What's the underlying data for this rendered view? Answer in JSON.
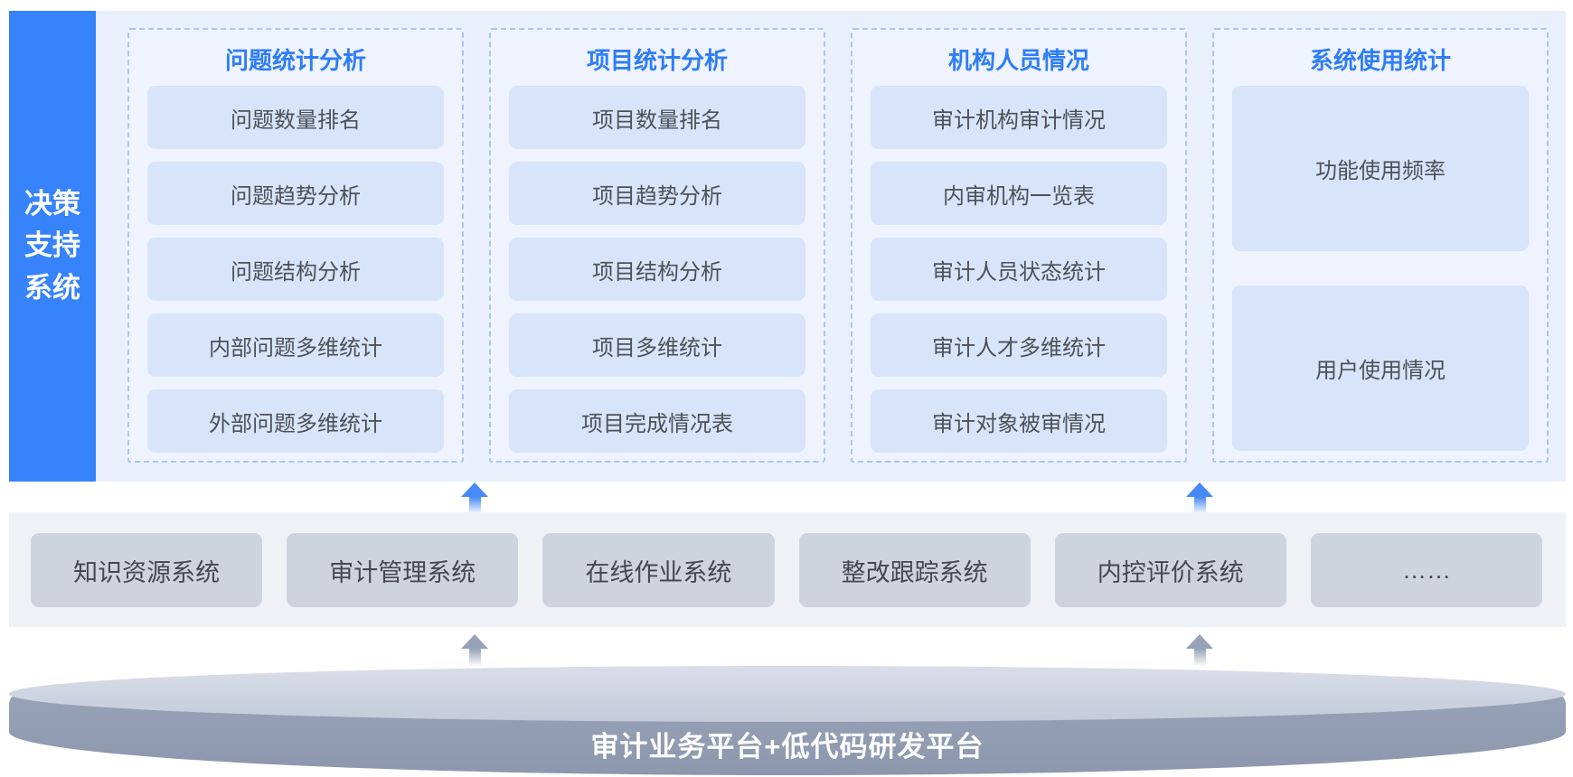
{
  "sidebar": {
    "label": "决策支持系统",
    "lines": [
      "决策",
      "支持",
      "系统"
    ]
  },
  "columns": [
    {
      "title": "问题统计分析",
      "items": [
        "问题数量排名",
        "问题趋势分析",
        "问题结构分析",
        "内部问题多维统计",
        "外部问题多维统计"
      ]
    },
    {
      "title": "项目统计分析",
      "items": [
        "项目数量排名",
        "项目趋势分析",
        "项目结构分析",
        "项目多维统计",
        "项目完成情况表"
      ]
    },
    {
      "title": "机构人员情况",
      "items": [
        "审计机构审计情况",
        "内审机构一览表",
        "审计人员状态统计",
        "审计人才多维统计",
        "审计对象被审情况"
      ]
    },
    {
      "title": "系统使用统计",
      "items": [
        "功能使用频率",
        "用户使用情况"
      ]
    }
  ],
  "systems": [
    "知识资源系统",
    "审计管理系统",
    "在线作业系统",
    "整改跟踪系统",
    "内控评价系统",
    "……"
  ],
  "platform": {
    "label": "审计业务平台+低代码研发平台"
  },
  "colors": {
    "sidebar_blue": "#3683FC",
    "title_blue": "#2E7DF8",
    "top_band": "#E9EFFB",
    "column_bg": "#EEF3FD",
    "dashed_border": "#A9C6F2",
    "item_bg": "#D7E4FA",
    "item_text": "#4E5158",
    "mid_band": "#EFF1F5",
    "system_bg": "#CED4DE",
    "arrow_blue": "#4789F6",
    "arrow_gray": "#97A2B8",
    "platform_top": "#C9D0DE",
    "platform_body": "#8F9AB0"
  }
}
